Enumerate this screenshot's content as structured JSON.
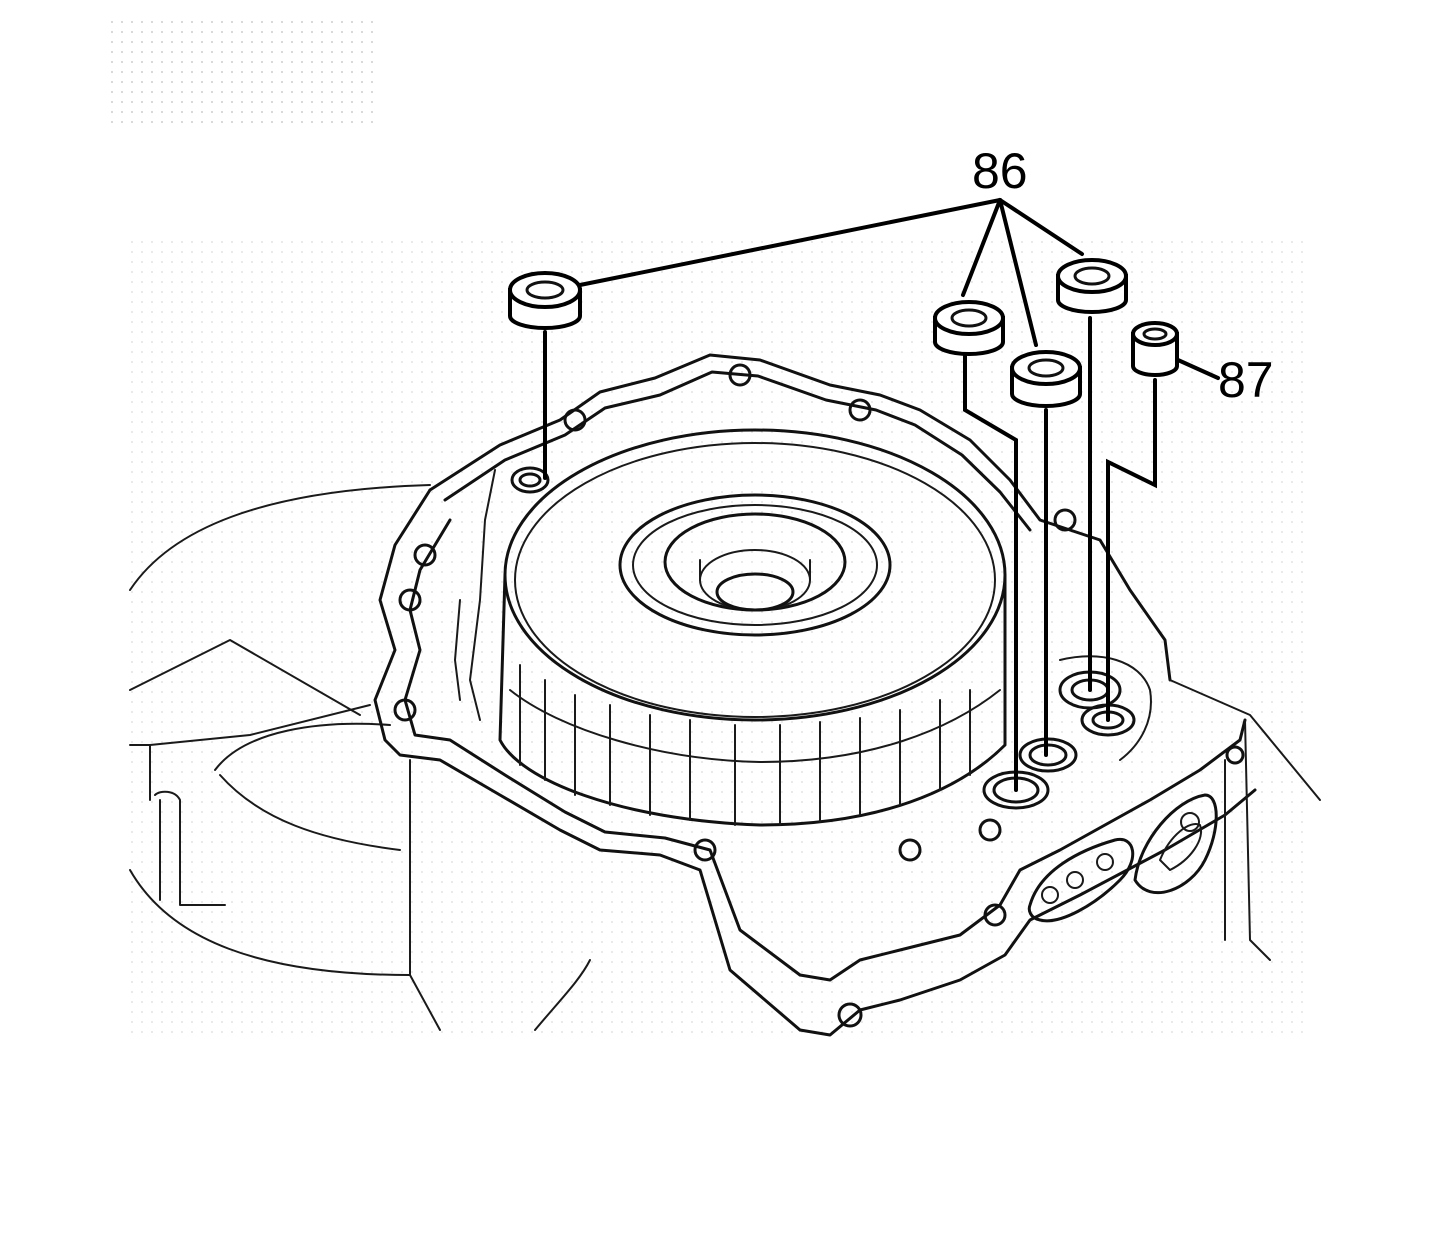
{
  "diagram": {
    "labels": [
      {
        "id": "86",
        "text": "86"
      },
      {
        "id": "87",
        "text": "87"
      }
    ],
    "colors": {
      "line": "#000000",
      "background": "#ffffff",
      "stipple": "#bdbdbd"
    }
  }
}
